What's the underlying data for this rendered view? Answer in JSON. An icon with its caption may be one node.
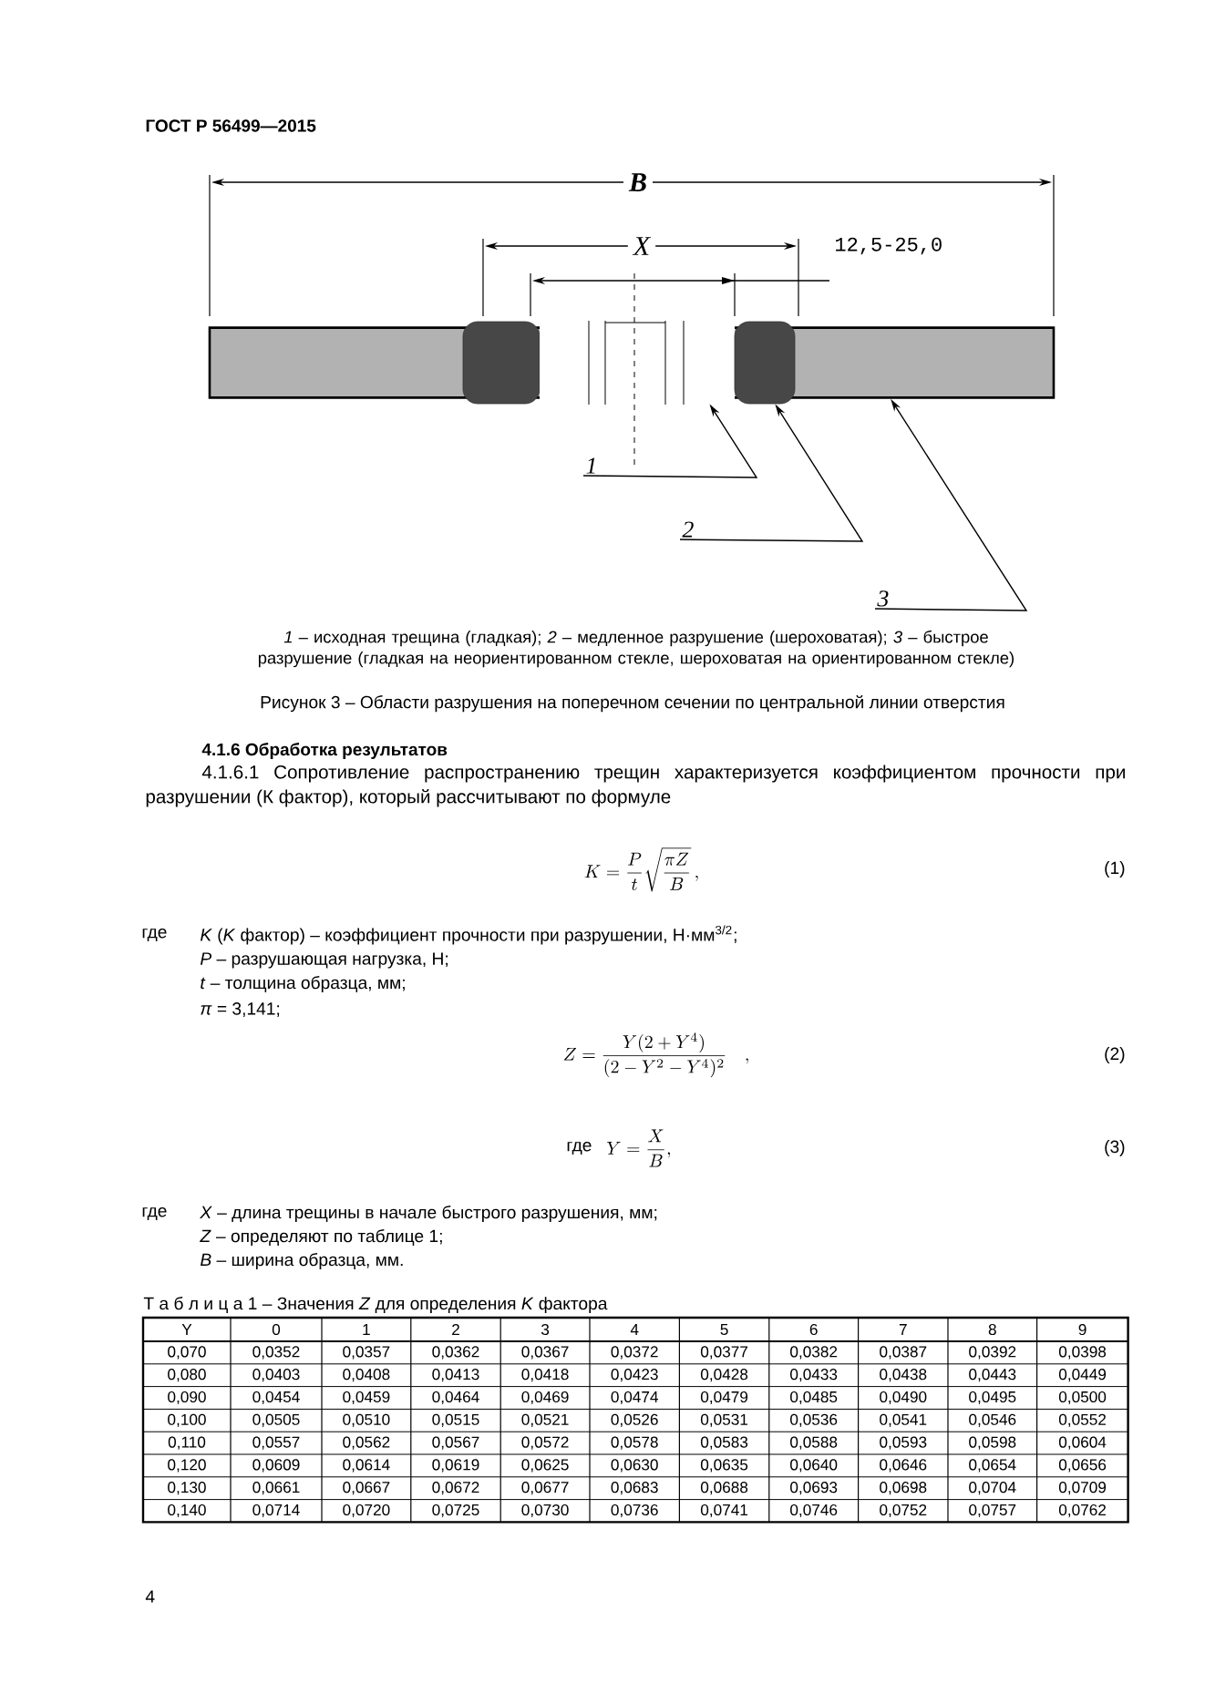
{
  "diagram": {
    "caption": "Рисунок 3 – Области разрушения на поперечном сечении по центральной линии отверстия",
    "nodes": [
      {
        "text": [],
        "shape": "box"
      },
      {
        "text": [],
        "shape": "box",
        "in": 0
      },
      {
        "text": [],
        "shape": "box",
        "in": 0
      },
      {
        "text": [],
        "shape": "box",
        "in": 0
      },
      {
        "text": [
          "1"
        ]
      },
      {
        "text": [
          "2"
        ]
      },
      {
        "text": [
          "3"
        ]
      }
    ],
    "edges": [
      {
        "from": 4,
        "to": 2,
        "arrow": "to"
      },
      {
        "from": 5,
        "to": 3,
        "arrow": "to"
      },
      {
        "from": 6,
        "to": 0,
        "arrow": "to"
      }
    ],
    "labels": [
      "ГОСТ Р 56499—2015",
      "B",
      "X",
      "12,5-25,0",
      "*1* – исходная трещина (гладкая); *2* – медленное разрушение (шероховатая); *3* – быстрое разрушение (гладкая на неориентированном стекле, шероховатая на ориентированном стекле)",
      "4.1.6 Обработка результатов",
      "4.1.6.1 Сопротивление распространению трещин характеризуется коэффициентом прочности при разрушении (К фактор), который рассчитывают по формуле",
      "K=\\frac{P}{t}\\sqrt{\\frac{\\pi Z}{B}}\\,,",
      "(1)",
      "где",
      "*K* (*K* фактор) – коэффициент прочности при разрушении, Н·мм$^{3/2}$;",
      "*P* – разрушающая нагрузка, Н;",
      "*t* – толщина образца, мм;",
      "*π* = 3,141;",
      "Z=\\frac{Y(2+Y^4)}{(2-Y^2-Y^4)^2}\\quad ,",
      "(2)",
      "где",
      "Y=\\frac{X}{B},",
      "(3)",
      "где",
      "*X* – длина трещины в начале быстрого разрушения, мм;",
      "*Z* – определяют по таблице 1;",
      "*B* – ширина образца, мм.",
      "Т а б л и ц а 1 – Значения *Z* для определения *K* фактора",
      "Y",
      "0",
      "1",
      "2",
      "3",
      "4",
      "5",
      "6",
      "7",
      "8",
      "9",
      "0,070",
      "0,0352",
      "0,0357",
      "0,0362",
      "0,0367",
      "0,0372",
      "0,0377",
      "0,0382",
      "0,0387",
      "0,0392",
      "0,0398",
      "0,080",
      "0,0403",
      "0,0408",
      "0,0413",
      "0,0418",
      "0,0423",
      "0,0428",
      "0,0433",
      "0,0438",
      "0,0443",
      "0,0449",
      "0,090",
      "0,0454",
      "0,0459",
      "0,0464",
      "0,0469",
      "0,0474",
      "0,0479",
      "0,0485",
      "0,0490",
      "0,0495",
      "0,0500",
      "0,100",
      "0,0505",
      "0,0510",
      "0,0515",
      "0,0521",
      "0,0526",
      "0,0531",
      "0,0536",
      "0,0541",
      "0,0546",
      "0,0552",
      "0,110",
      "0,0557",
      "0,0562",
      "0,0567",
      "0,0572",
      "0,0578",
      "0,0583",
      "0,0588",
      "0,0593",
      "0,0598",
      "0,0604",
      "0,120",
      "0,0609",
      "0,0614",
      "0,0619",
      "0,0625",
      "0,0630",
      "0,0635",
      "0,0640",
      "0,0646",
      "0,0654",
      "0,0656",
      "0,130",
      "0,0661",
      "0,0667",
      "0,0672",
      "0,0677",
      "0,0683",
      "0,0688",
      "0,0693",
      "0,0698",
      "0,0704",
      "0,0709",
      "0,140",
      "0,0714",
      "0,0720",
      "0,0725",
      "0,0730",
      "0,0736",
      "0,0741",
      "0,0746",
      "0,0752",
      "0,0757",
      "0,0762",
      "4"
    ]
  }
}
